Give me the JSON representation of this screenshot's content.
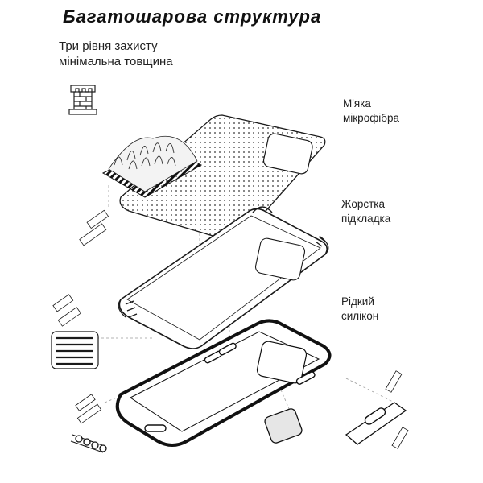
{
  "header": {
    "title": "Багатошарова структура",
    "subtitle_line1": "Три рівня захисту",
    "subtitle_line2": "мінімальна товщина"
  },
  "layers": [
    {
      "line1": "М'яка",
      "line2": "мікрофібра"
    },
    {
      "line1": "Жорстка",
      "line2": "підкладка"
    },
    {
      "line1": "Рідкий",
      "line2": "силікон"
    }
  ],
  "colors": {
    "ink": "#1a1a1a",
    "background": "#ffffff",
    "guide": "#9a9a9a"
  },
  "icons": [
    "tower-icon"
  ]
}
